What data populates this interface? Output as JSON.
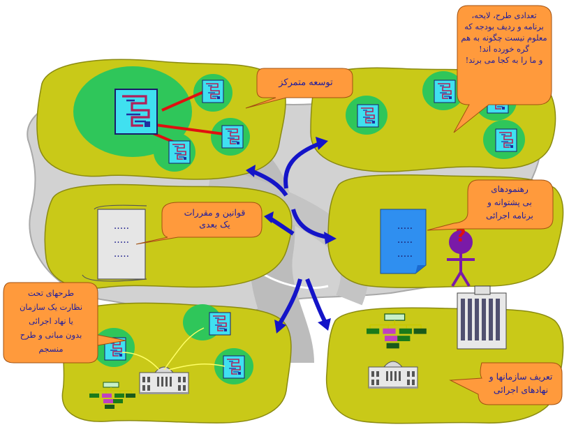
{
  "callouts": {
    "central_development": "توسعه متمرکز",
    "confusing_plans_line1": "تعدادی طرح، لایحه،",
    "confusing_plans_line2": "برنامه و ردیف بودجه که",
    "confusing_plans_line3": "معلوم نیست چگونه به هم",
    "confusing_plans_line4": "گره خورده اند!",
    "confusing_plans_line5": "و ما را به کجا می برند!",
    "one_dim_laws_line1": "قوانین و مقررات",
    "one_dim_laws_line2": "یک بعدی",
    "guidelines_line1": "رهنمودهای",
    "guidelines_line2": "بی پشتوانه و",
    "guidelines_line3": "برنامه اجرائی",
    "supervised_plans_line1": "طرحهای تحت",
    "supervised_plans_line2": "نظارت یک سازمان",
    "supervised_plans_line3": "یا نهاد اجرائی",
    "supervised_plans_line4": "بدون مبانی و طرح",
    "supervised_plans_line5": "منسجم",
    "organizations_line1": "تعریف سازمانها و",
    "organizations_line2": "نهادهای اجرائی"
  },
  "document_dots": ".....",
  "question_mark": "?",
  "colors": {
    "island": "#c9c918",
    "island_stroke": "#8a8a10",
    "road": "#d2d2d2",
    "callout": "#ff9a3c",
    "callout_text": "#1a1aa0",
    "arrow": "#1414c8",
    "node_bg": "#2fc65a",
    "chart_box": "#40e0f0",
    "doc_blue": "#2f8ff0",
    "link_red": "#e01010",
    "figure": "#7a1aa8"
  },
  "icons": [
    "flowchart-icon",
    "scroll-icon",
    "document-icon",
    "person-icon",
    "building-icon",
    "org-chart-icon"
  ]
}
